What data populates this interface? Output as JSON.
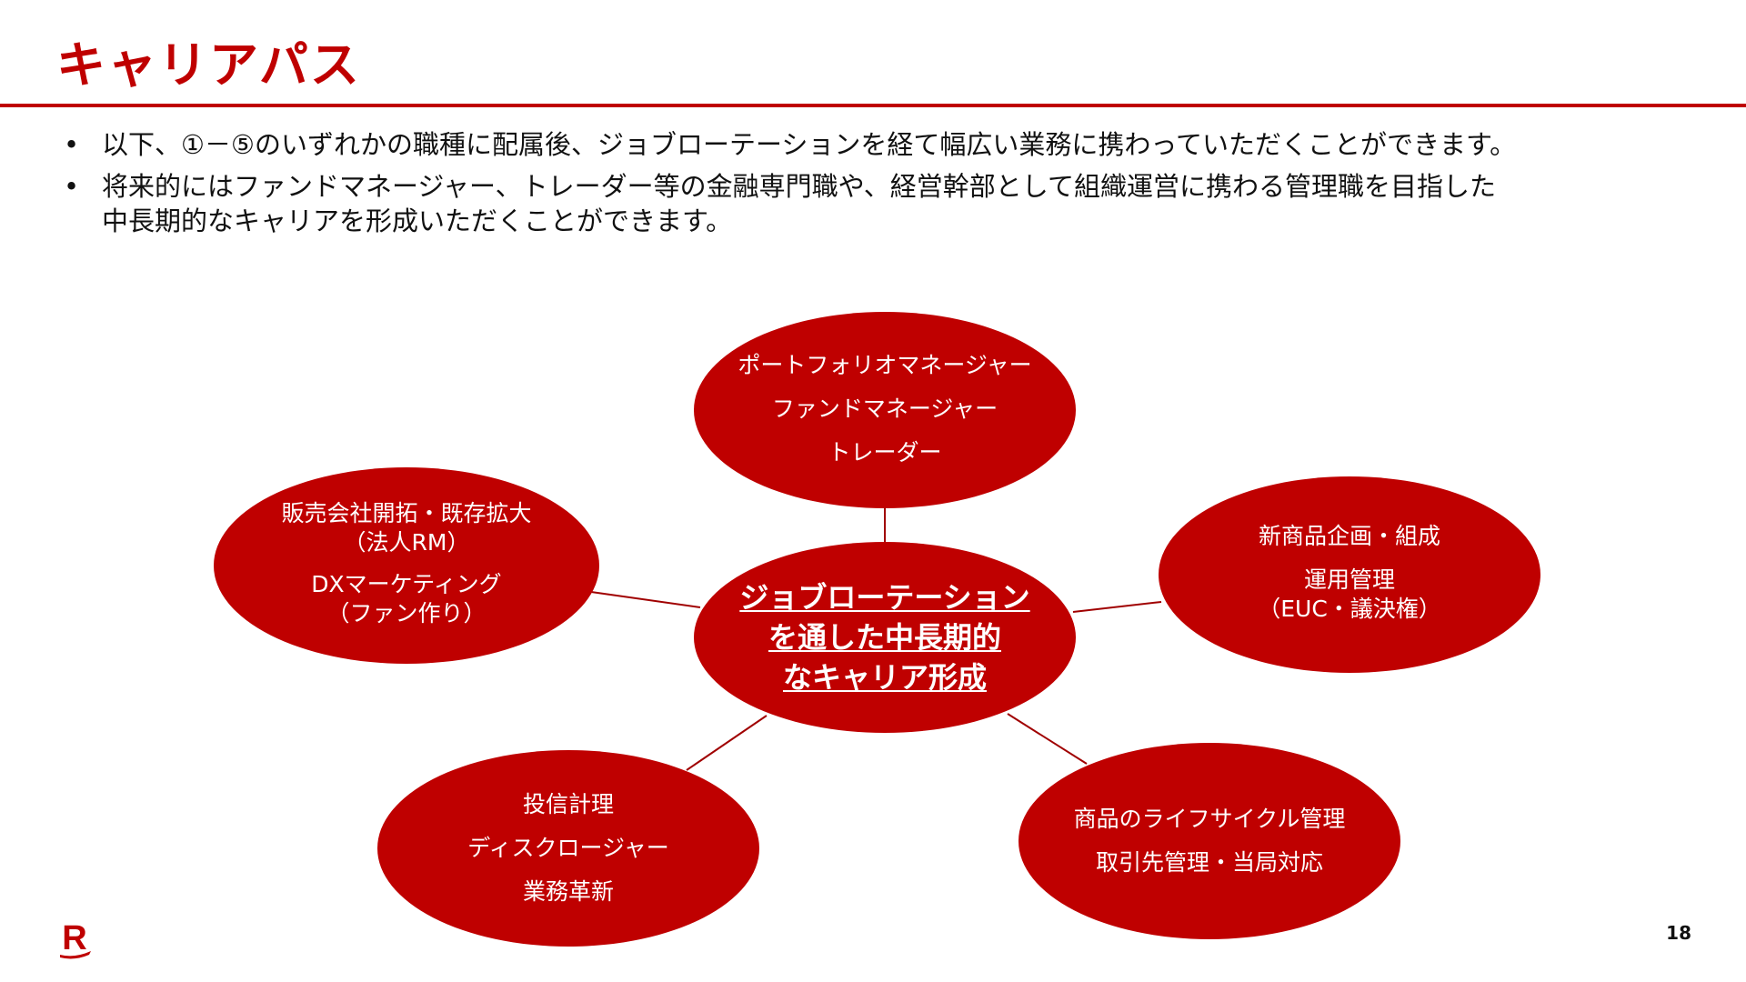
{
  "header": {
    "title": "キャリアパス"
  },
  "bullets": [
    {
      "marker": "•",
      "lines": [
        "以下、①－⑤のいずれかの職種に配属後、ジョブローテーションを経て幅広い業務に携わっていただくことができます。"
      ]
    },
    {
      "marker": "•",
      "lines": [
        "将来的にはファンドマネージャー、トレーダー等の金融専門職や、経営幹部として組織運営に携わる管理職を目指した",
        "中長期的なキャリアを形成いただくことができます。"
      ]
    }
  ],
  "diagram": {
    "fill_color": "#bf0000",
    "line_color": "#a00000",
    "center": {
      "lines": [
        "ジョブローテーション",
        "を通した中長期的",
        "なキャリア形成"
      ]
    },
    "nodes": {
      "top": {
        "lines": [
          "ポートフォリオマネージャー",
          "ファンドマネージャー",
          "トレーダー"
        ]
      },
      "left": {
        "groups": [
          [
            "販売会社開拓・既存拡大",
            "（法人RM）"
          ],
          [
            "DXマーケティング",
            "（ファン作り）"
          ]
        ]
      },
      "right": {
        "groups": [
          [
            "新商品企画・組成"
          ],
          [
            "運用管理",
            "（EUC・議決権）"
          ]
        ]
      },
      "bottom_left": {
        "lines": [
          "投信計理",
          "ディスクロージャー",
          "業務革新"
        ]
      },
      "bottom_right": {
        "lines": [
          "商品のライフサイクル管理",
          "取引先管理・当局対応"
        ]
      }
    }
  },
  "footer": {
    "logo_letter": "R",
    "page_number": "18"
  }
}
